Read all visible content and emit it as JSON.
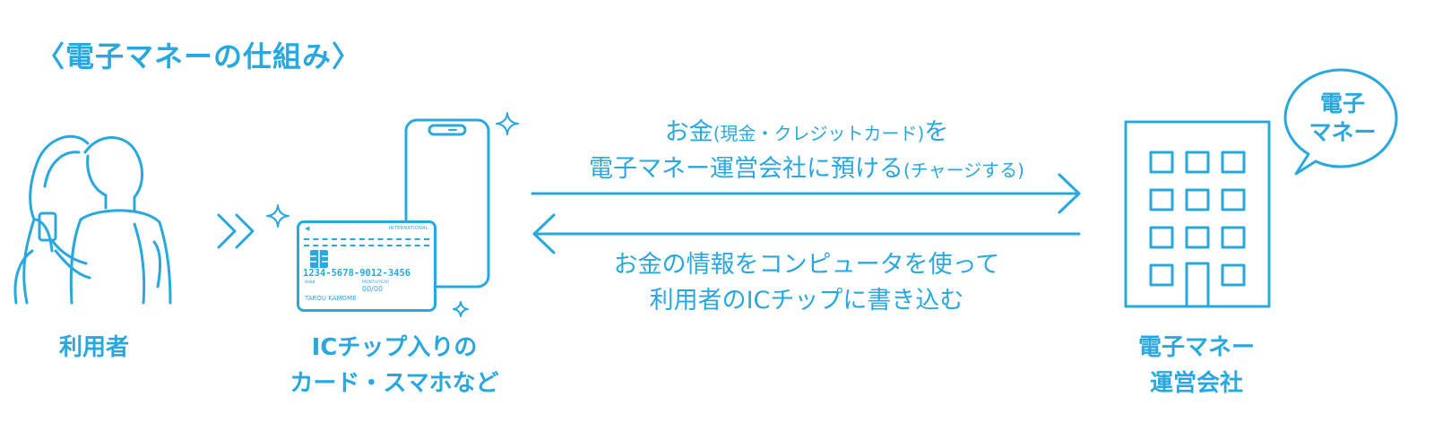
{
  "title": "〈電子マネーの仕組み〉",
  "user": {
    "label": "利用者"
  },
  "device": {
    "label_line1": "ICチップ入りの",
    "label_line2": "カード・スマホなど",
    "card": {
      "brand": "INTERNATIONAL",
      "number": "1234-5678-9012-3456",
      "small": "8088",
      "valid_month": "MONTH/YEAR",
      "valid_date": "00/00",
      "holder": "TAROU KAMOME"
    }
  },
  "company": {
    "label_line1": "電子マネー",
    "label_line2": "運営会社",
    "bubble_line1": "電子",
    "bubble_line2": "マネー"
  },
  "flow_forward": {
    "line1_main": "お金",
    "line1_paren": "(現金・クレジットカード)",
    "line1_end": "を",
    "line2_main": "電子マネー運営会社に預ける",
    "line2_paren": "(チャージする)"
  },
  "flow_back": {
    "line1": "お金の情報をコンピュータを使って",
    "line2": "利用者のICチップに書き込む"
  },
  "colors": {
    "accent": "#29a8df",
    "background": "#ffffff"
  }
}
